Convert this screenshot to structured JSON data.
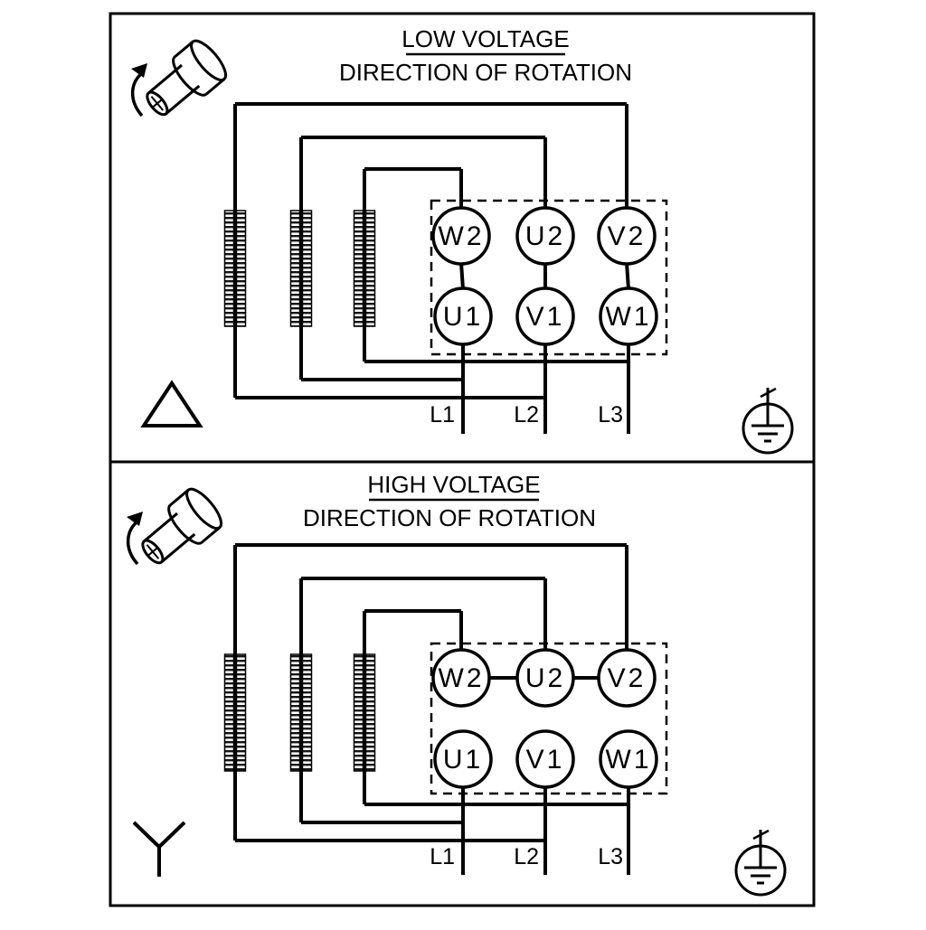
{
  "diagram": {
    "background": "#ffffff",
    "line_color": "#000000",
    "panels": [
      {
        "title": "LOW VOLTAGE",
        "subtitle": "DIRECTION OF ROTATION",
        "connection": "delta",
        "terminals_top": [
          "W2",
          "U2",
          "V2"
        ],
        "terminals_bottom": [
          "U1",
          "V1",
          "W1"
        ],
        "supply": [
          "L1",
          "L2",
          "L3"
        ]
      },
      {
        "title": "HIGH VOLTAGE",
        "subtitle": "DIRECTION OF ROTATION",
        "connection": "star",
        "terminals_top": [
          "W2",
          "U2",
          "V2"
        ],
        "terminals_bottom": [
          "U1",
          "V1",
          "W1"
        ],
        "supply": [
          "L1",
          "L2",
          "L3"
        ]
      }
    ],
    "icons": {
      "rotation": "shaft-rotation-arrow",
      "delta": "delta-connection-symbol",
      "star": "star-connection-symbol",
      "earth": "earth-ground-symbol"
    }
  }
}
